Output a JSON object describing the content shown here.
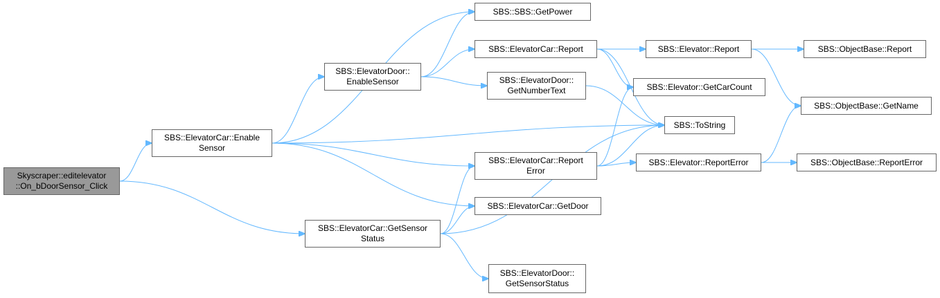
{
  "colors": {
    "edge": "#63b8ff",
    "node_border": "#666666",
    "root_fill": "#999999",
    "node_fill": "#ffffff"
  },
  "nodes": {
    "root": "Skyscraper::editelevator\n::On_bDoorSensor_Click",
    "car_enable_sensor": "SBS::ElevatorCar::Enable\nSensor",
    "sbs_get_power": "SBS::SBS::GetPower",
    "door_enable_sensor": "SBS::ElevatorDoor::\nEnableSensor",
    "car_report": "SBS::ElevatorCar::Report",
    "elevator_report": "SBS::Elevator::Report",
    "objectbase_report": "SBS::ObjectBase::Report",
    "objectbase_getname": "SBS::ObjectBase::GetName",
    "elevator_getcarcount": "SBS::Elevator::GetCarCount",
    "sbs_tostring": "SBS::ToString",
    "door_getnumbertext": "SBS::ElevatorDoor::\nGetNumberText",
    "car_reporterror": "SBS::ElevatorCar::Report\nError",
    "elevator_reporterror": "SBS::Elevator::ReportError",
    "objectbase_reporterror": "SBS::ObjectBase::ReportError",
    "car_getdoor": "SBS::ElevatorCar::GetDoor",
    "car_getsensorstatus": "SBS::ElevatorCar::GetSensor\nStatus",
    "door_getsensorstatus": "SBS::ElevatorDoor::\nGetSensorStatus"
  },
  "edges": [
    [
      "root",
      "car_enable_sensor"
    ],
    [
      "root",
      "car_getsensorstatus"
    ],
    [
      "car_enable_sensor",
      "sbs_get_power"
    ],
    [
      "car_enable_sensor",
      "door_enable_sensor"
    ],
    [
      "car_enable_sensor",
      "sbs_tostring"
    ],
    [
      "car_enable_sensor",
      "car_reporterror"
    ],
    [
      "car_enable_sensor",
      "car_getdoor"
    ],
    [
      "door_enable_sensor",
      "sbs_get_power"
    ],
    [
      "door_enable_sensor",
      "car_report"
    ],
    [
      "door_enable_sensor",
      "door_getnumbertext"
    ],
    [
      "car_report",
      "elevator_report"
    ],
    [
      "car_report",
      "elevator_getcarcount"
    ],
    [
      "car_report",
      "sbs_tostring"
    ],
    [
      "elevator_report",
      "objectbase_report"
    ],
    [
      "elevator_report",
      "objectbase_getname"
    ],
    [
      "door_getnumbertext",
      "sbs_tostring"
    ],
    [
      "car_reporterror",
      "elevator_getcarcount"
    ],
    [
      "car_reporterror",
      "sbs_tostring"
    ],
    [
      "car_reporterror",
      "elevator_reporterror"
    ],
    [
      "elevator_reporterror",
      "objectbase_getname"
    ],
    [
      "elevator_reporterror",
      "objectbase_reporterror"
    ],
    [
      "car_getsensorstatus",
      "car_reporterror"
    ],
    [
      "car_getsensorstatus",
      "car_getdoor"
    ],
    [
      "car_getsensorstatus",
      "sbs_tostring"
    ],
    [
      "car_getsensorstatus",
      "door_getsensorstatus"
    ]
  ]
}
